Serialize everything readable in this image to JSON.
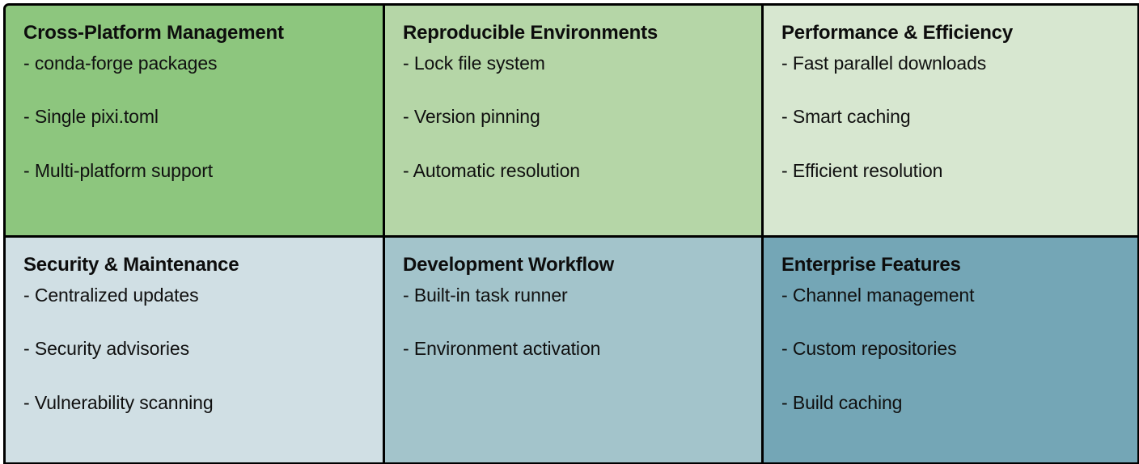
{
  "grid": {
    "columns": 3,
    "rows": 2,
    "border_color": "#000000",
    "background": "#ffffff",
    "cells": [
      {
        "title": "Cross-Platform Management",
        "fill": "#8DC67E",
        "items": [
          "- conda-forge packages",
          "- Single pixi.toml",
          "- Multi-platform support"
        ]
      },
      {
        "title": "Reproducible Environments",
        "fill": "#B5D6A7",
        "items": [
          "- Lock file system",
          "- Version pinning",
          "- Automatic resolution"
        ]
      },
      {
        "title": "Performance & Efficiency",
        "fill": "#D7E7D0",
        "items": [
          "- Fast parallel downloads",
          "- Smart caching",
          "- Efficient resolution"
        ]
      },
      {
        "title": "Security & Maintenance",
        "fill": "#D0DFE4",
        "items": [
          "- Centralized updates",
          "- Security advisories",
          "- Vulnerability scanning"
        ]
      },
      {
        "title": "Development Workflow",
        "fill": "#A3C4CB",
        "items": [
          "- Built-in task runner",
          "- Environment activation"
        ]
      },
      {
        "title": "Enterprise Features",
        "fill": "#74A6B6",
        "items": [
          "- Channel management",
          "- Custom repositories",
          "- Build caching"
        ]
      }
    ]
  }
}
